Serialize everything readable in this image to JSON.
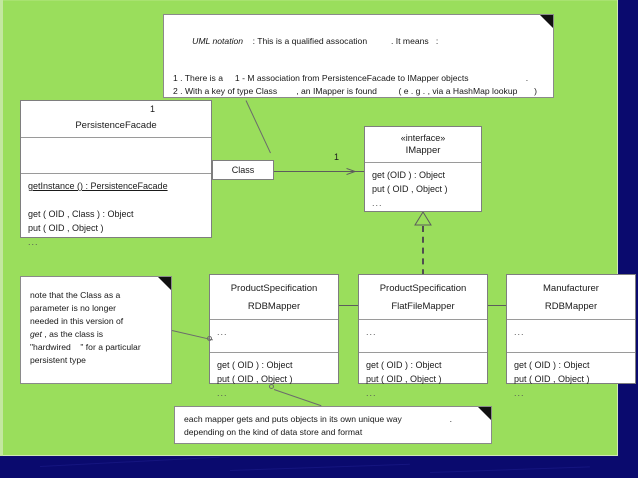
{
  "slide": {
    "background_color": "#9ade5c",
    "frame_color": "#0a0a6e"
  },
  "notes": {
    "top": {
      "name": "uml-notation-note",
      "lines": [
        "UML notation    : This is a qualified assocation          . It means   :",
        "",
        "1 . There is a     1 - M association from PersistenceFacade to IMapper objects                        .",
        "2 . With a key of type Class        , an IMapper is found         ( e . g . , via a HashMap lookup       )"
      ],
      "emphasis_word": "UML notation"
    },
    "left": {
      "name": "class-parameter-note",
      "lines": [
        "note that the Class as a",
        "parameter is no longer",
        "needed in this version of",
        "get , as the class is",
        "\"hardwired    \" for a particular",
        "persistent type"
      ]
    },
    "bottom": {
      "name": "mapper-behaviour-note",
      "lines": [
        "each mapper gets and puts objects in its own unique way                    .",
        "depending on the kind of data store and format"
      ]
    }
  },
  "classes": {
    "persistence_facade": {
      "name": "PersistenceFacade",
      "attributes": [],
      "operations": [
        "getInstance    () :  PersistenceFacade",
        "",
        "get ( OID ,  Class   ) :  Object",
        "put ( OID ,  Object   )",
        "..."
      ],
      "static_operation": "getInstance    () :  PersistenceFacade",
      "multiplicity": "1"
    },
    "qualifier": {
      "label": "Class"
    },
    "imapper": {
      "stereotype": "«interface»",
      "name": "IMapper",
      "operations": [
        "get (OID ) :  Object",
        "put ( OID ,  Object    )",
        "..."
      ],
      "association_multiplicity": "1"
    },
    "mappers": [
      {
        "name_line1": "ProductSpecification",
        "name_line2": "RDBMapper",
        "attributes": [
          "..."
        ],
        "operations": [
          "get ( OID ) :  Object",
          "put ( OID ,  Object    )",
          "..."
        ]
      },
      {
        "name_line1": "ProductSpecification",
        "name_line2": "FlatFileMapper",
        "attributes": [
          "..."
        ],
        "operations": [
          "get ( OID ) :  Object",
          "put ( OID ,  Object   )",
          "..."
        ]
      },
      {
        "name_line1": "Manufacturer",
        "name_line2": "RDBMapper",
        "attributes": [
          "..."
        ],
        "operations": [
          "get ( OID ) :  Object",
          "put ( OID ,  Object   )",
          "..."
        ]
      }
    ]
  }
}
